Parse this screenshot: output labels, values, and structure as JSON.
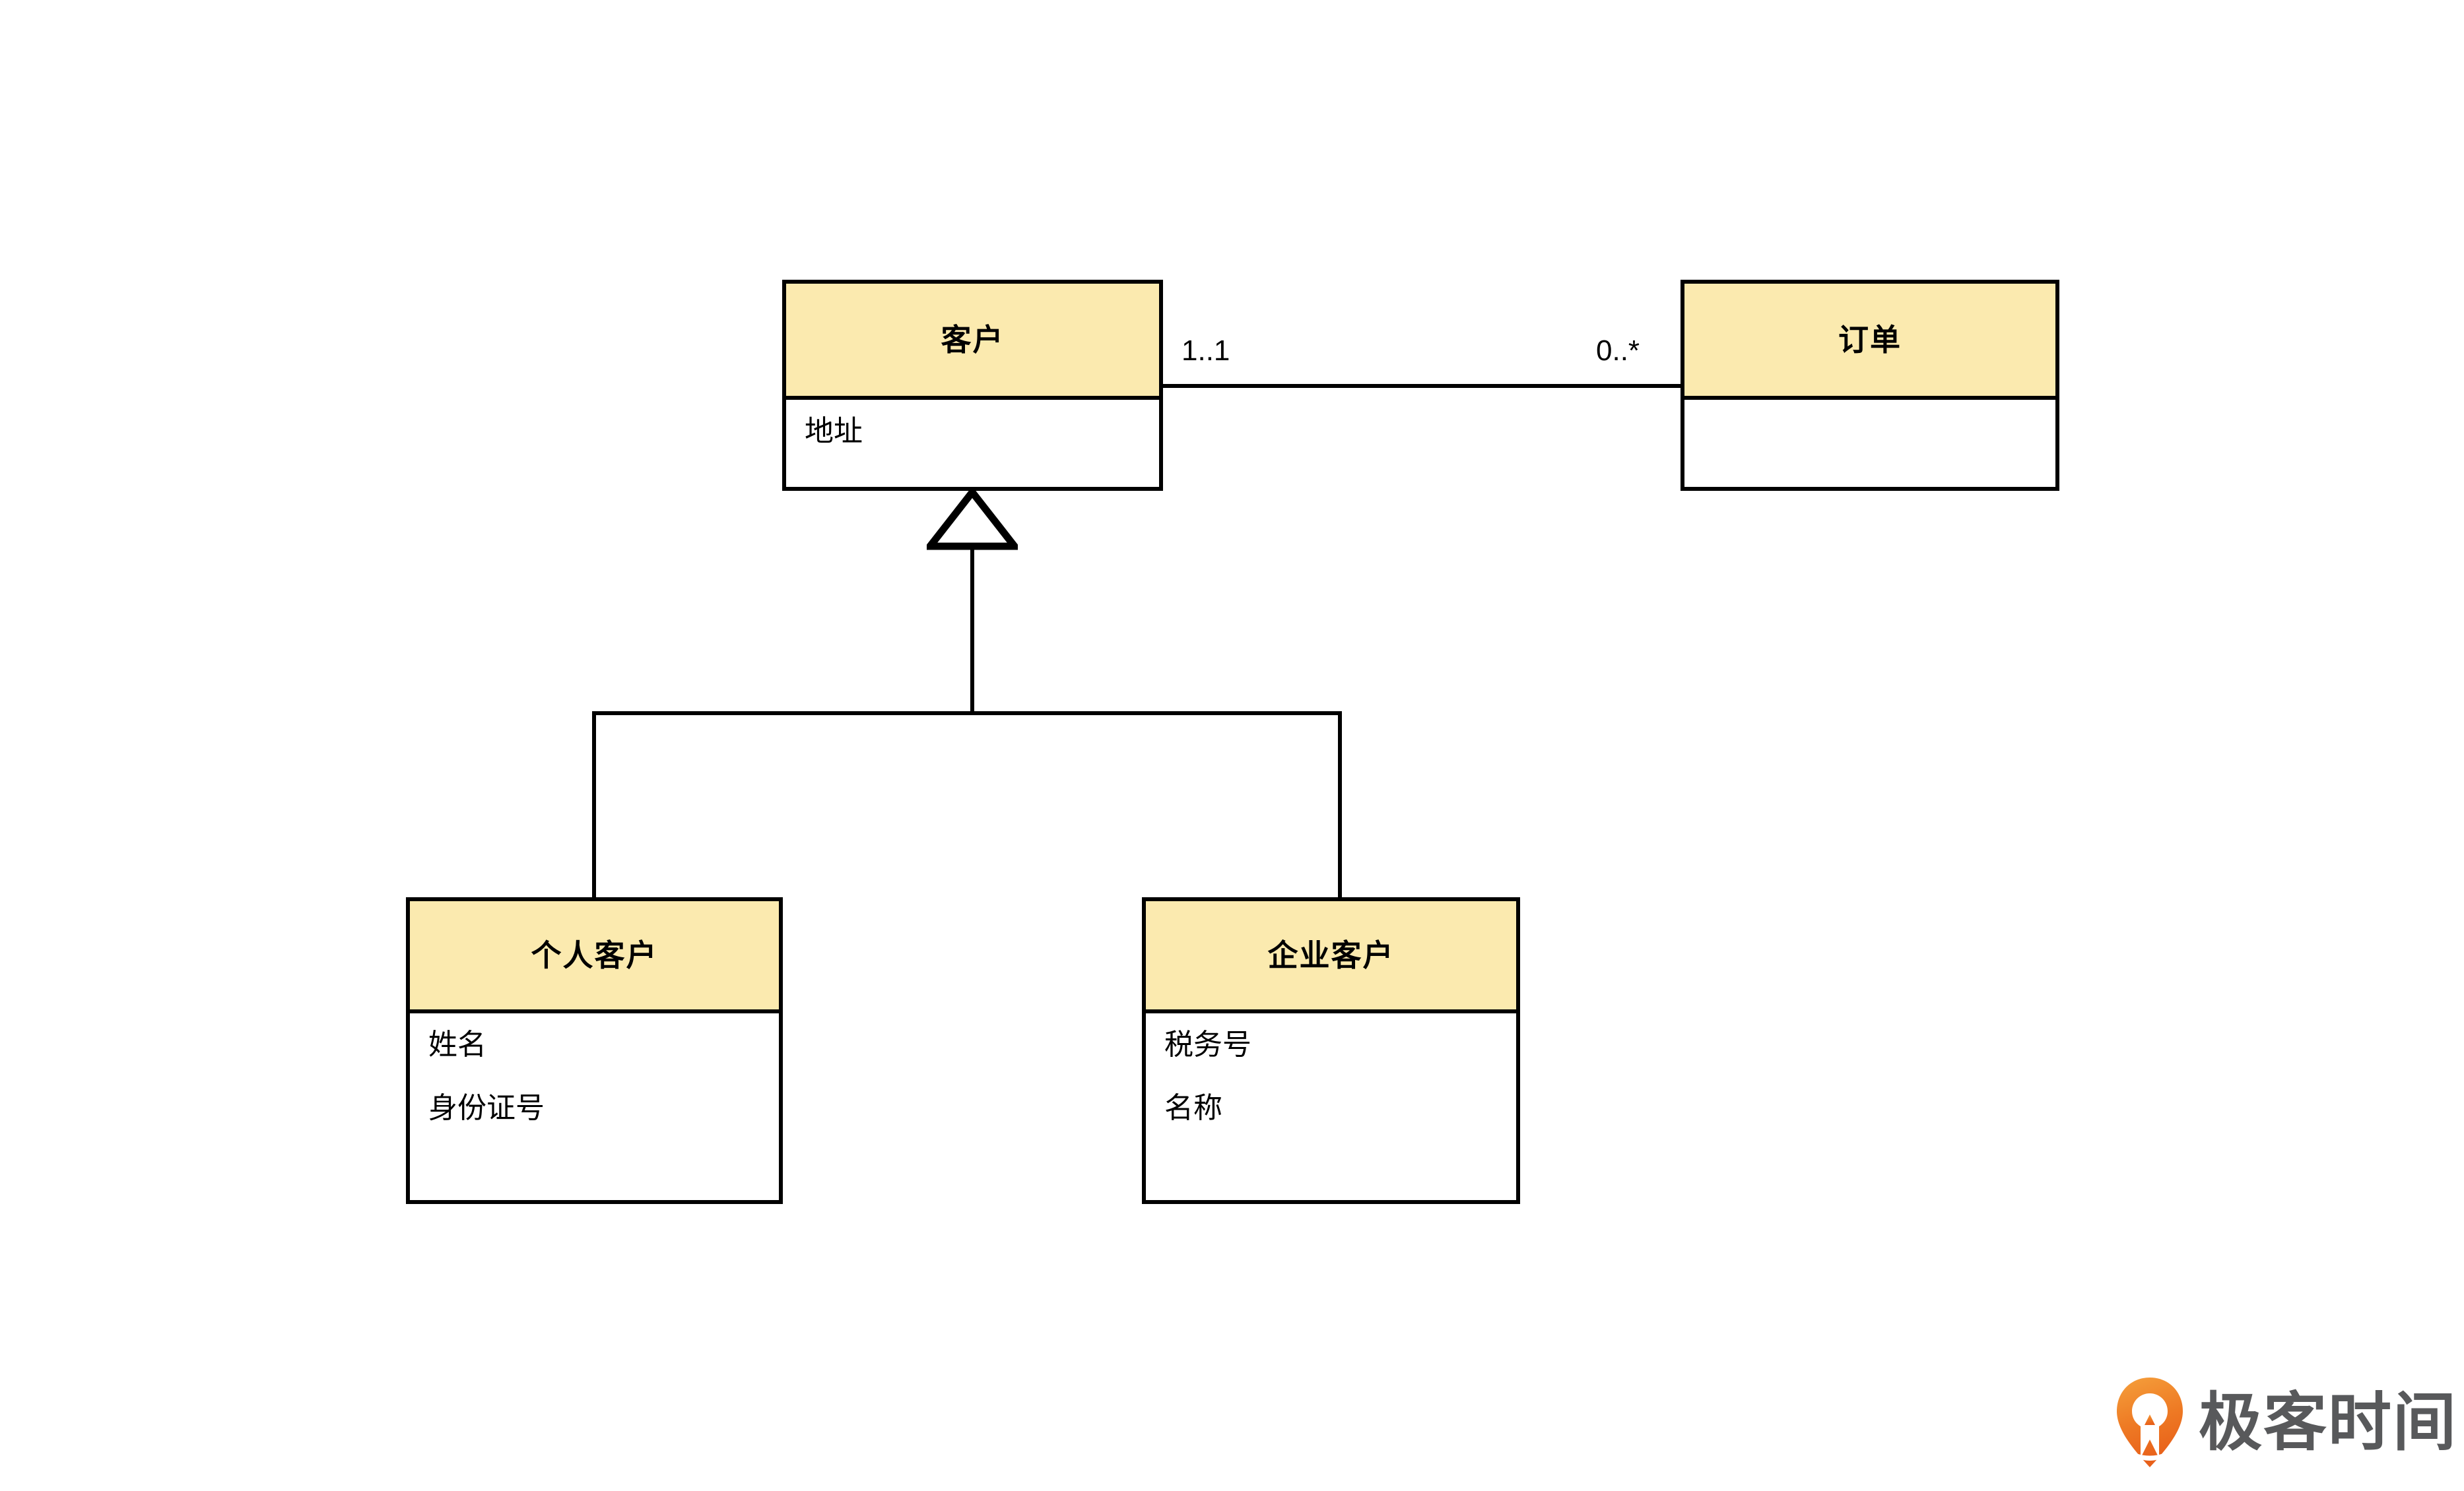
{
  "diagram": {
    "type": "uml-class-diagram",
    "background_color": "#ffffff",
    "header_fill": "#fbeaaf",
    "stroke_color": "#000000",
    "classes": [
      {
        "id": "customer",
        "name": "客户",
        "attributes": [
          "地址"
        ]
      },
      {
        "id": "order",
        "name": "订单",
        "attributes": []
      },
      {
        "id": "individual-customer",
        "name": "个人客户",
        "attributes": [
          "姓名",
          "身份证号"
        ]
      },
      {
        "id": "enterprise-customer",
        "name": "企业客户",
        "attributes": [
          "税务号",
          "名称"
        ]
      }
    ],
    "associations": [
      {
        "id": "customer-order",
        "from": "customer",
        "to": "order",
        "kind": "association",
        "source_multiplicity": "1..1",
        "target_multiplicity": "0..*"
      }
    ],
    "generalizations": [
      {
        "id": "individual-to-customer",
        "subclass": "individual-customer",
        "superclass": "customer",
        "kind": "generalization"
      },
      {
        "id": "enterprise-to-customer",
        "subclass": "enterprise-customer",
        "superclass": "customer",
        "kind": "generalization"
      }
    ]
  },
  "watermark": {
    "brand": "极客时间",
    "mark_color_start": "#f29131",
    "mark_color_end": "#ec6a1e",
    "text_color": "#58595b"
  }
}
